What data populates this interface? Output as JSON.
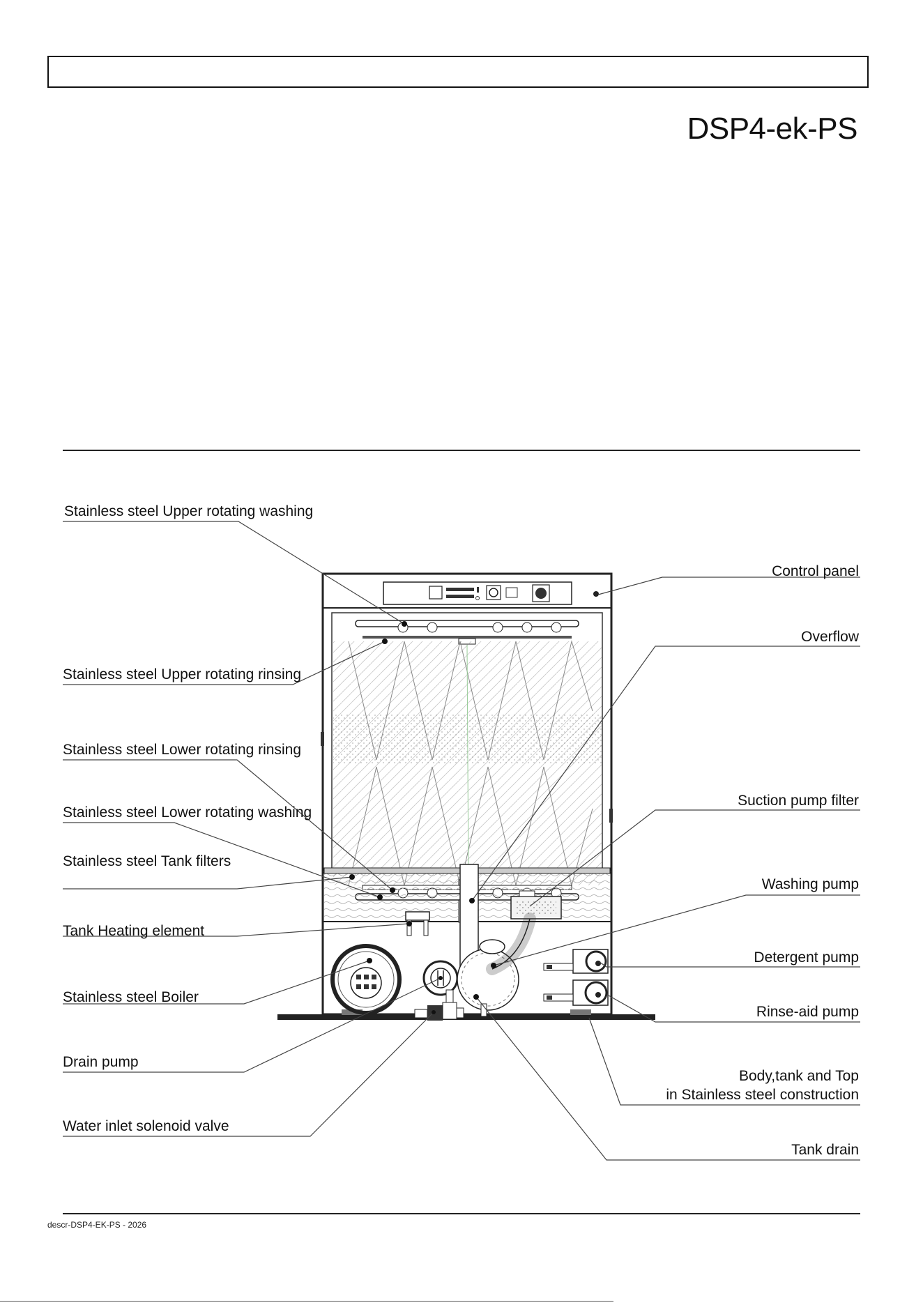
{
  "header": {
    "model": "DSP4-ek-PS"
  },
  "labels": {
    "upper_washing": "Stainless steel Upper rotating washing",
    "upper_rinsing": "Stainless steel Upper rotating rinsing",
    "lower_rinsing": "Stainless steel Lower rotating rinsing",
    "lower_washing": "Stainless steel Lower rotating washing",
    "tank_filters": "Stainless steel Tank filters",
    "heating": "Tank Heating element",
    "boiler": "Stainless steel Boiler",
    "drain_pump": "Drain pump",
    "inlet_valve": "Water inlet solenoid valve",
    "control_panel": "Control panel",
    "overflow": "Overflow",
    "suction_filter": "Suction pump filter",
    "washing_pump": "Washing pump",
    "detergent_pump": "Detergent pump",
    "rinse_aid_pump": "Rinse-aid pump",
    "body_line1": "Body,tank and Top",
    "body_line2": "in Stainless steel construction",
    "tank_drain": "Tank drain"
  },
  "footer": {
    "code": "descr-DSP4-EK-PS - 2026"
  }
}
